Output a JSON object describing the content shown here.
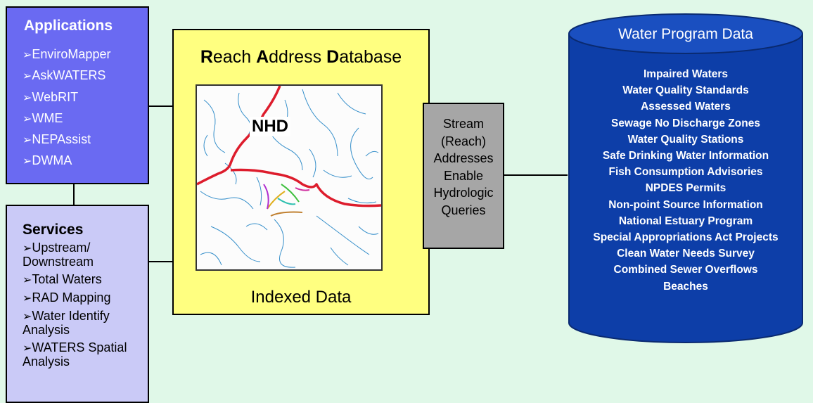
{
  "applications": {
    "title": "Applications",
    "items": [
      "EnviroMapper",
      "AskWATERS",
      "WebRIT",
      "WME",
      "NEPAssist",
      "DWMA"
    ]
  },
  "services": {
    "title": "Services",
    "items": [
      "Upstream/ Downstream",
      "Total Waters",
      "RAD Mapping",
      "Water Identify Analysis",
      "WATERS Spatial Analysis"
    ]
  },
  "rad": {
    "title_parts": [
      {
        "initial": "R",
        "rest": "each "
      },
      {
        "initial": "A",
        "rest": "ddress "
      },
      {
        "initial": "D",
        "rest": "atabase"
      }
    ],
    "map_label": "NHD",
    "subtitle": "Indexed Data"
  },
  "stream": {
    "lines": [
      "Stream",
      "(Reach)",
      "Addresses",
      "Enable",
      "Hydrologic",
      "Queries"
    ]
  },
  "water_program": {
    "title": "Water Program Data",
    "items": [
      "Impaired Waters",
      "Water Quality Standards",
      "Assessed Waters",
      "Sewage No Discharge Zones",
      "Water Quality Stations",
      "Safe Drinking Water Information",
      "Fish Consumption Advisories",
      "NPDES Permits",
      "Non-point Source Information",
      "National Estuary Program",
      "Special Appropriations Act Projects",
      "Clean Water Needs Survey",
      "Combined Sewer Overflows",
      "Beaches"
    ]
  },
  "bullet_icon": "arrowhead-bullet",
  "colors": {
    "background": "#e0f8e8",
    "applications": "#6a6af2",
    "services": "#cacaf7",
    "rad": "#ffff80",
    "stream": "#a6a6a6",
    "cylinder": "#0d3ea8",
    "river": "#dd1c2c",
    "streams": "#2c8ac8"
  }
}
